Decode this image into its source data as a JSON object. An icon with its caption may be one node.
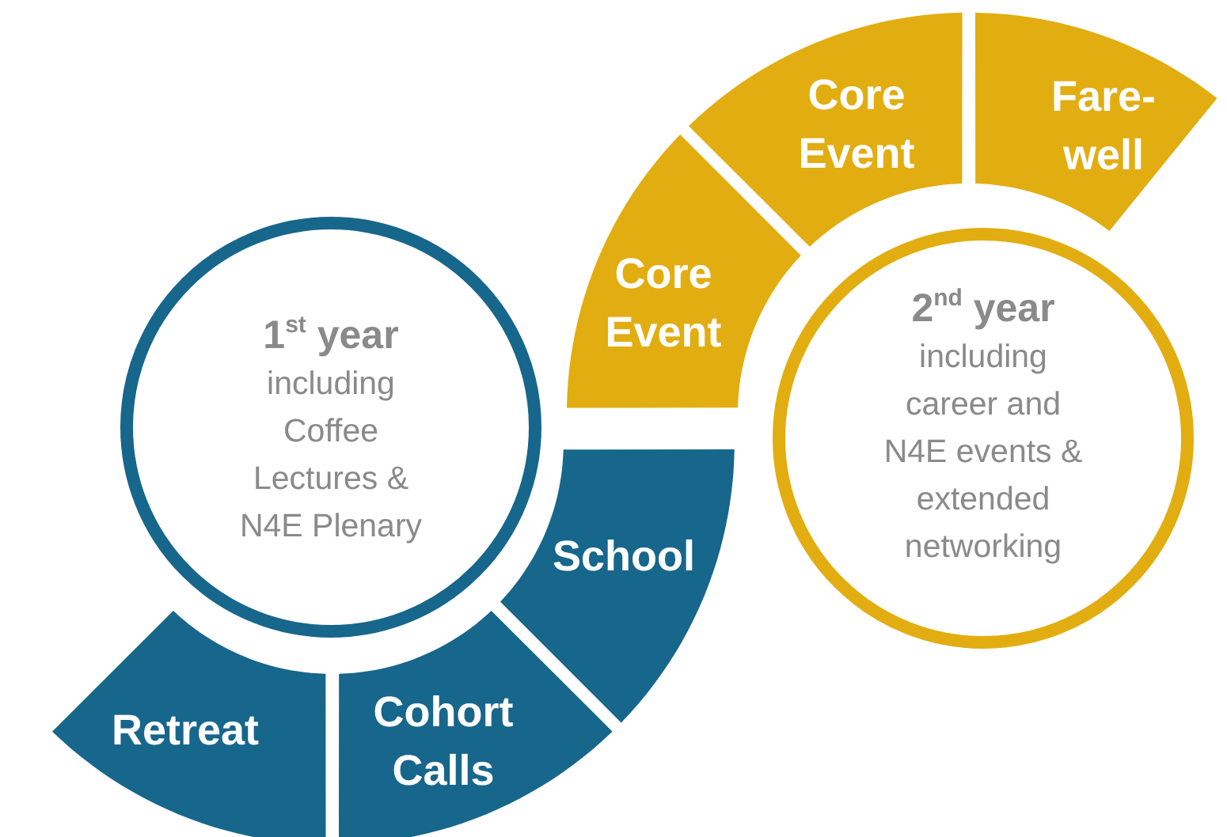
{
  "diagram": {
    "nodes": [
      {
        "text": [
          "1$^{st}$ year",
          "including Coffee Lectures & N4E Plenary"
        ]
      },
      {
        "text": [
          "Retreat"
        ]
      },
      {
        "text": [
          "Cohort Calls"
        ]
      },
      {
        "text": [
          "School"
        ]
      },
      {
        "text": [
          "Core Event"
        ]
      },
      {
        "text": [
          "Core Event"
        ]
      },
      {
        "text": [
          "Fare- well"
        ]
      },
      {
        "text": [
          "2$^{nd}$ year",
          "including career and N4E events & extended networking"
        ]
      }
    ]
  }
}
